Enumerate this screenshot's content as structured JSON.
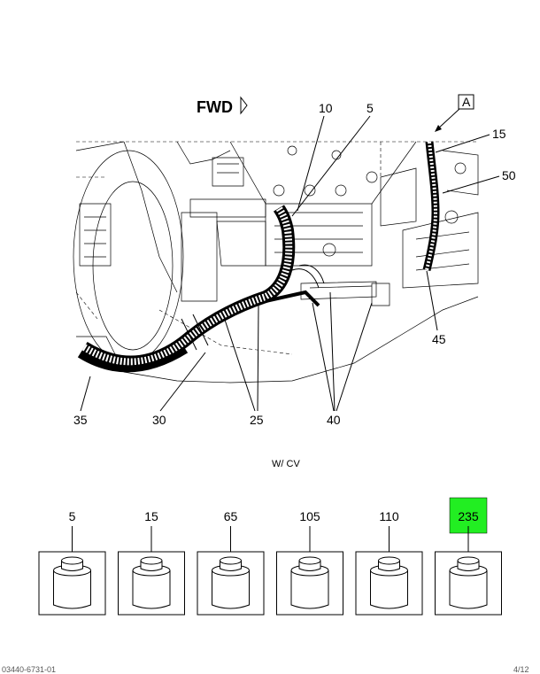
{
  "header": {
    "fwd_label": "FWD",
    "view_label": "A"
  },
  "callouts": {
    "c10": "10",
    "c5": "5",
    "c15": "15",
    "c50": "50",
    "c45": "45",
    "c35": "35",
    "c30": "30",
    "c25": "25",
    "c40": "40"
  },
  "subtitle": "W/ CV",
  "parts": [
    {
      "number": "5",
      "highlight": false
    },
    {
      "number": "15",
      "highlight": false
    },
    {
      "number": "65",
      "highlight": false
    },
    {
      "number": "105",
      "highlight": false
    },
    {
      "number": "110",
      "highlight": false
    },
    {
      "number": "235",
      "highlight": true
    }
  ],
  "colors": {
    "highlight": "#22ee22"
  },
  "footer": {
    "left": "03440-6731-01",
    "right": "4/12"
  }
}
